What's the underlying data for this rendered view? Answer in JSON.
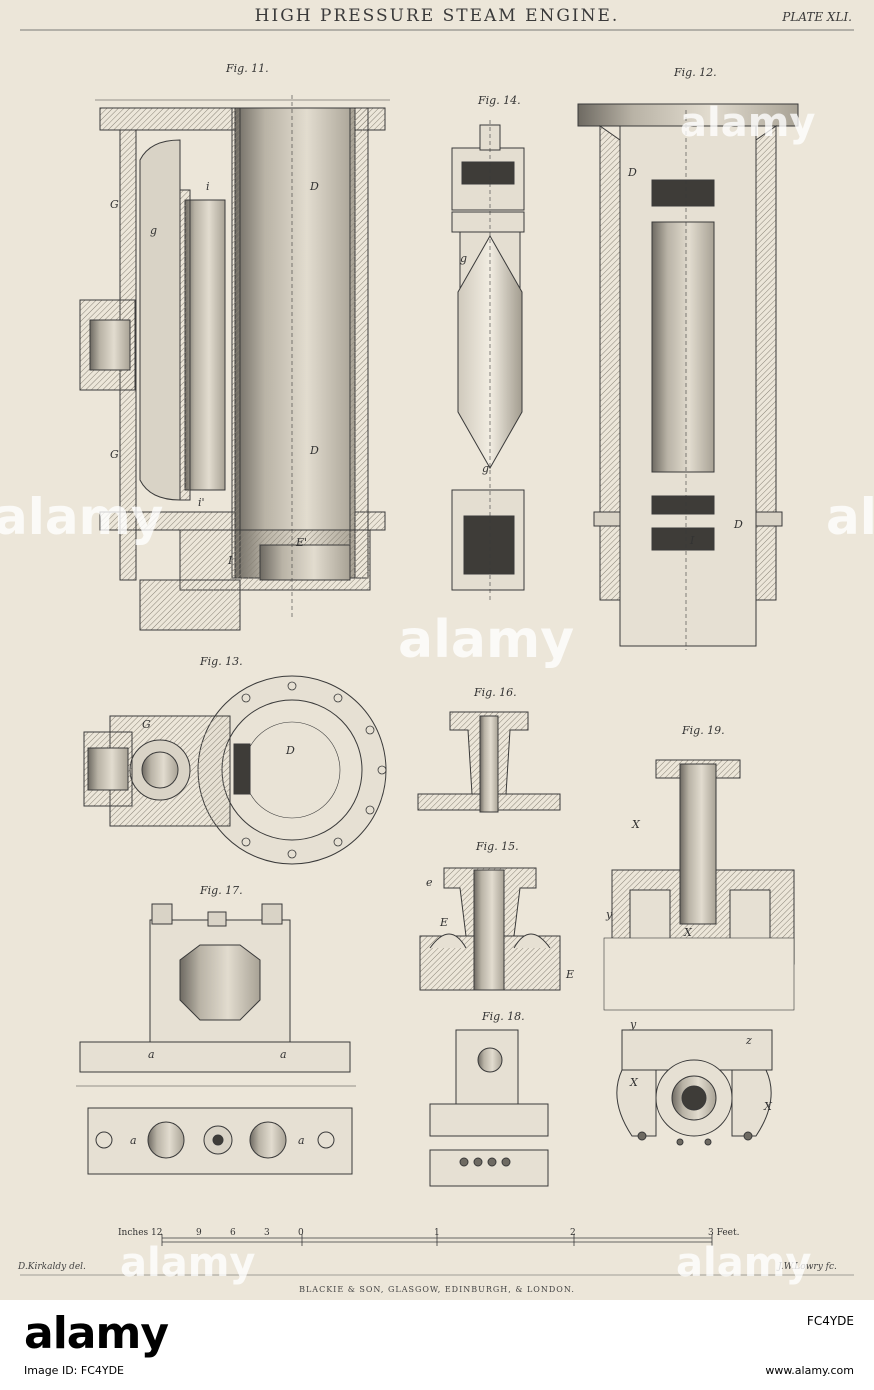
{
  "plate": {
    "title": "HIGH PRESSURE STEAM ENGINE.",
    "plate_number": "PLATE XLI.",
    "draughtsman": "D.Kirkaldy del.",
    "engraver": "J.W.Lowry fc.",
    "publisher": "BLACKIE & SON, GLASGOW, EDINBURGH, & LONDON.",
    "scale_inches_label": "Inches 12",
    "scale_ticks": [
      "9",
      "6",
      "3",
      "0",
      "1",
      "2"
    ],
    "scale_feet_label": "3 Feet."
  },
  "figures": {
    "fig11": "Fig. 11.",
    "fig12": "Fig. 12.",
    "fig13": "Fig. 13.",
    "fig14": "Fig. 14.",
    "fig15": "Fig. 15.",
    "fig16": "Fig. 16.",
    "fig17": "Fig. 17.",
    "fig18": "Fig. 18.",
    "fig19": "Fig. 19."
  },
  "drawing_letters": {
    "D": "D",
    "G": "G",
    "g": "g",
    "i": "i",
    "I": "I",
    "E": "E",
    "E2": "E'",
    "a": "a",
    "X": "X",
    "y": "y",
    "z": "z",
    "e": "e",
    "i2": "i'"
  },
  "watermark": {
    "text": "alamy",
    "footer_id": "Image ID: FC4YDE",
    "footer_url": "www.alamy.com",
    "footer_logo": "alamy",
    "footer_image_id": "FC4YDE"
  },
  "colors": {
    "paper": "#ece6d9",
    "ink": "#3a3a3a",
    "hatch": "#8a8478"
  }
}
